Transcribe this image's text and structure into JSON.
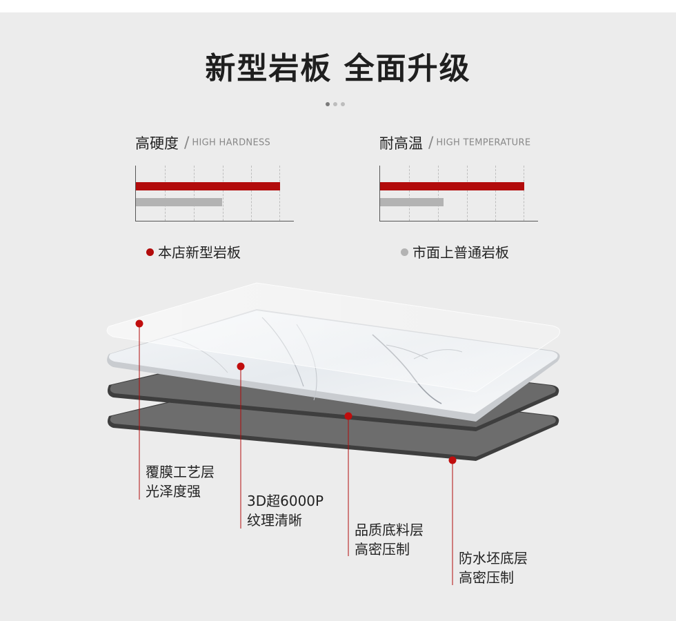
{
  "title": "新型岩板 全面升级",
  "metrics": [
    {
      "label": "高硬度",
      "slash": "/",
      "label_en": "HIGH HARDNESS",
      "store_level": 1.0,
      "market_level": 0.6
    },
    {
      "label": "耐高温",
      "slash": "/",
      "label_en": "HIGH TEMPERATURE",
      "store_level": 1.0,
      "market_level": 0.44
    }
  ],
  "legend": [
    {
      "text": "本店新型岩板",
      "color": "#b20b0b"
    },
    {
      "text": "市面上普通岩板",
      "color": "#b3b3b3"
    }
  ],
  "layers": [
    {
      "line1": "覆膜工艺层",
      "line2": "光泽度强"
    },
    {
      "line1": "3D超6000P",
      "line2": "纹理清晰"
    },
    {
      "line1": "品质底料层",
      "line2": "高密压制"
    },
    {
      "line1": "防水坯底层",
      "line2": "高密压制"
    }
  ],
  "colors": {
    "accent_red": "#b20b0b",
    "gray_bar": "#b3b3b3",
    "background": "#ececec"
  }
}
